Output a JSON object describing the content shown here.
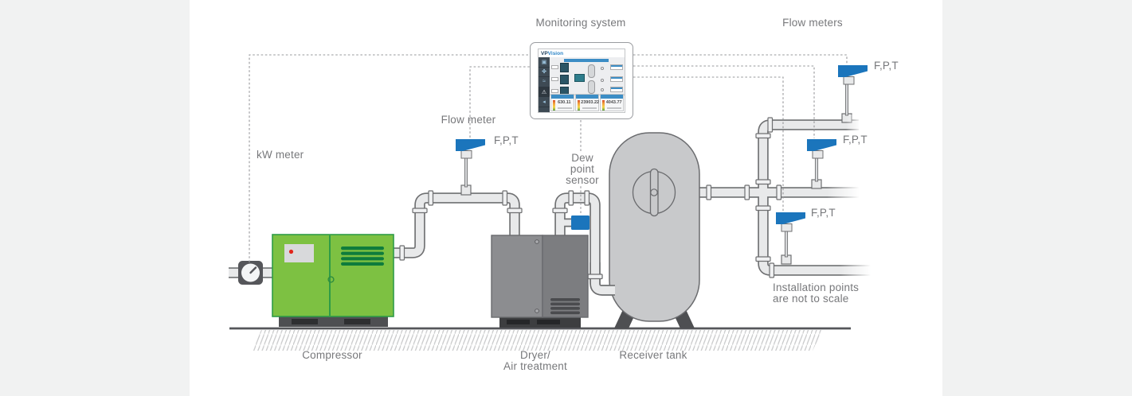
{
  "labels": {
    "monitoring_system": "Monitoring system",
    "flow_meters": "Flow meters",
    "flow_meter": "Flow meter",
    "kw_meter": "kW meter",
    "dew_point_sensor": "Dew point sensor",
    "fpt": "F,P,T",
    "installation_note": "Installation points are not to scale",
    "compressor": "Compressor",
    "dryer_line1": "Dryer/",
    "dryer_line2": "Air treatment",
    "receiver_tank": "Receiver tank"
  },
  "monitor": {
    "brand_vp": "VP",
    "brand_vision": "Vision",
    "stats": [
      {
        "value": "630.11"
      },
      {
        "value": "23903.22"
      },
      {
        "value": "4043.77"
      }
    ]
  },
  "icons": {
    "sensor": "flow-meter-sensor-icon",
    "gauge": "kw-gauge-icon"
  },
  "colors": {
    "compressor_green": "#7DC142",
    "compressor_green_dark": "#0E7C3C",
    "sensor_blue": "#1B75BC",
    "pipe_fill": "#E8E9EA",
    "pipe_outline": "#6F7072",
    "label_gray": "#77787B",
    "dryer_gray": "#8C8D90",
    "tank_gray": "#C8C9CB",
    "accent_blue": "#2E86C8",
    "ground_gray": "#55565A"
  }
}
